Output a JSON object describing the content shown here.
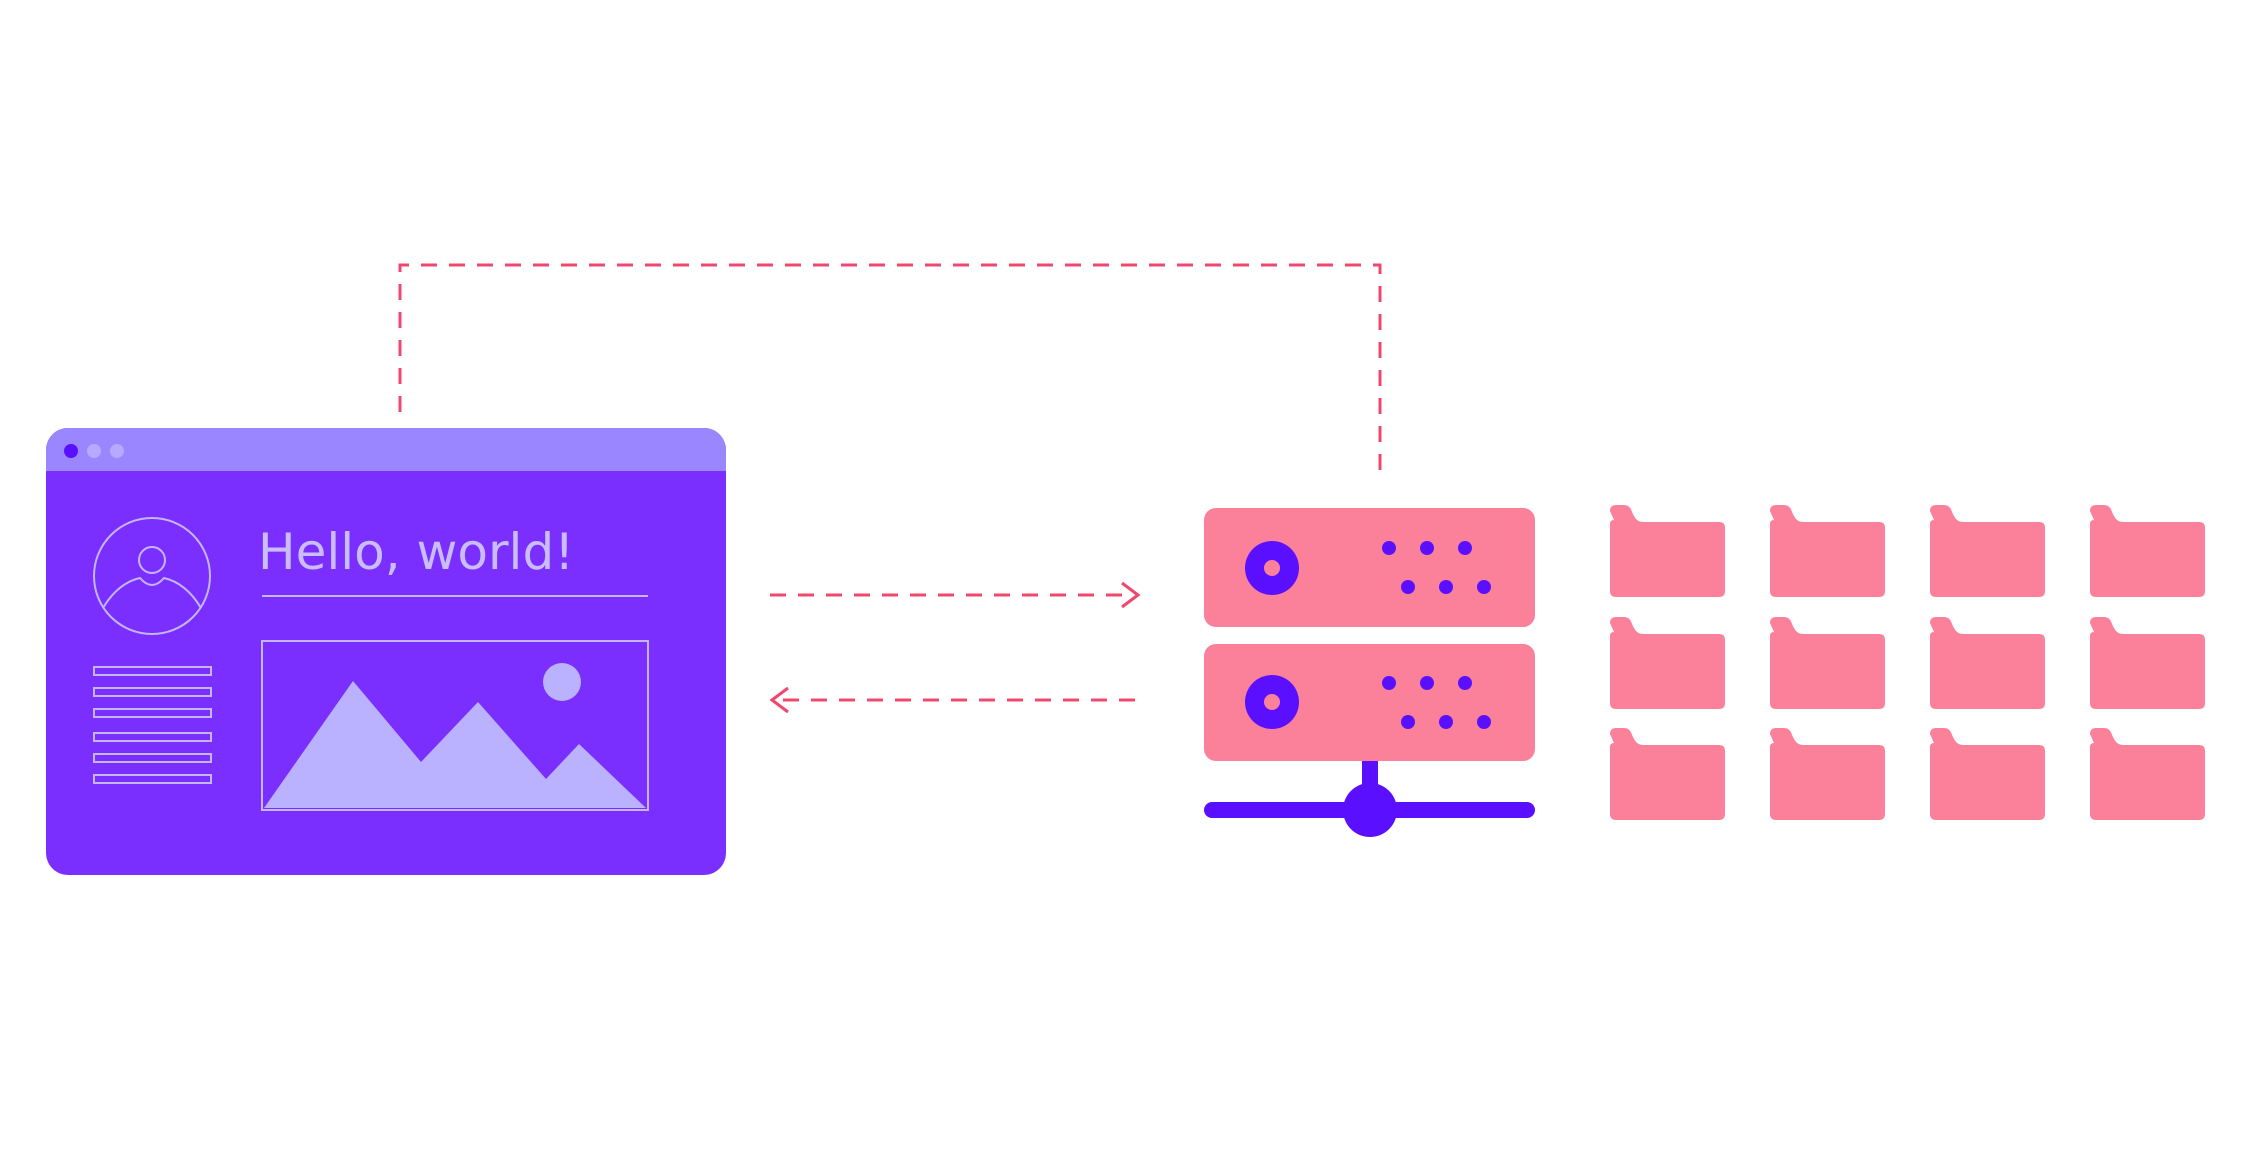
{
  "browser_window": {
    "greeting": "Hello, world!",
    "window_dots": [
      "close",
      "minimize",
      "maximize"
    ],
    "text_lines": 6
  },
  "server": {
    "units": 2,
    "indicator_dots_per_unit": 6
  },
  "folders": {
    "rows": 3,
    "columns": 4,
    "count": 12
  },
  "connections": [
    {
      "from": "browser_window",
      "to": "server",
      "style": "dashed",
      "direction": "request"
    },
    {
      "from": "server",
      "to": "browser_window",
      "style": "dashed",
      "direction": "response"
    },
    {
      "from": "browser_window",
      "to": "server",
      "style": "dashed",
      "direction": "link"
    }
  ],
  "colors": {
    "window_body": "#7B2FFF",
    "window_titlebar": "#9A86FF",
    "window_dot_active": "#5A10FF",
    "window_dot_inactive": "#B7A9FF",
    "window_outline": "#C4B6FF",
    "window_image_fill": "#BAB2FF",
    "server_fill": "#FB819A",
    "server_accent": "#5A10FF",
    "folder_fill": "#FB819A",
    "arrow": "#F0476D"
  }
}
